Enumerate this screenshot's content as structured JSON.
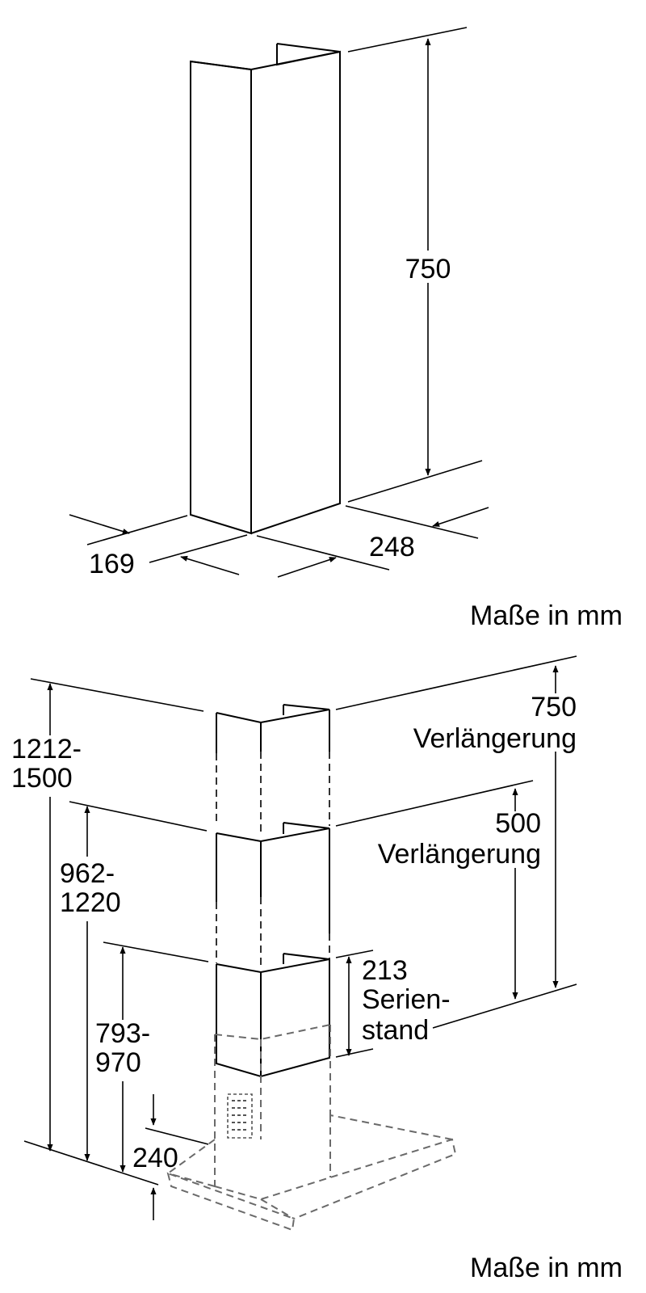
{
  "top_figure": {
    "height_label": "750",
    "depth_label": "169",
    "width_label": "248",
    "units_label": "Maße in mm"
  },
  "bottom_figure": {
    "total_height_label": [
      "1212-",
      "1500"
    ],
    "mid_height_label": [
      "962-",
      "1220"
    ],
    "low_height_label": [
      "793-",
      "970"
    ],
    "hood_height_label": "240",
    "ext750_label": [
      "750",
      "Verlängerung"
    ],
    "ext500_label": [
      "500",
      "Verlängerung"
    ],
    "standard_label": [
      "213",
      "Serien-",
      "stand"
    ],
    "units_label": "Maße in mm"
  }
}
